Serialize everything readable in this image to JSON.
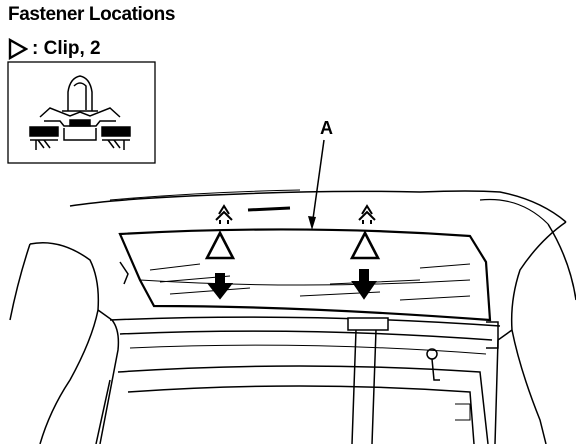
{
  "title": "Fastener Locations",
  "legend": {
    "symbol": "open-triangle-marker",
    "text": ": Clip, 2"
  },
  "callouts": {
    "part_a": "A"
  },
  "colors": {
    "line": "#000000",
    "background": "#ffffff"
  }
}
